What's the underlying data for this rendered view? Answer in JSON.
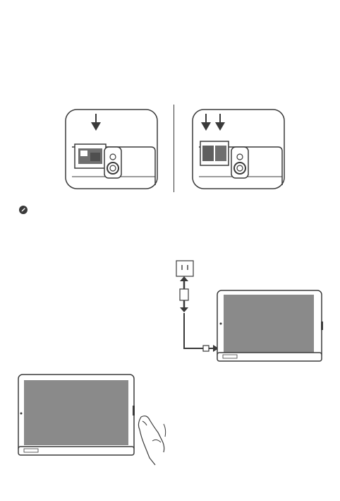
{
  "page": {
    "background": "#ffffff",
    "line_color": "#3a3a3a",
    "screen_color": "#8a8a8a"
  },
  "figures": {
    "sim_single": {
      "icon": "arrow-down-icon",
      "arrow_count": 1
    },
    "sim_dual": {
      "icon": "arrow-down-icon",
      "arrow_count": 2
    },
    "note": {
      "icon": "note-pencil-icon"
    },
    "charging": {
      "icon": "power-plug-icon",
      "charger_pins": "I I"
    },
    "power_on": {
      "icon": "hand-press-icon"
    }
  }
}
